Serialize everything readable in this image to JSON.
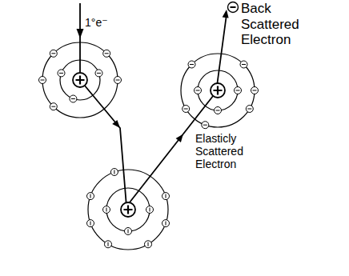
{
  "diagram": {
    "labels": [
      "1°e⁻",
      "Back Scattered Electron",
      "Elasticly Scattered Electron"
    ]
  }
}
